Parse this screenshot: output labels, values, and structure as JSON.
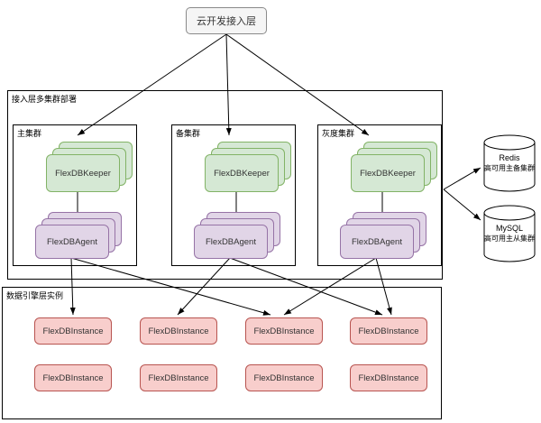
{
  "top_node": {
    "label": "云开发接入层"
  },
  "access_layer": {
    "label": "接入层多集群部署",
    "clusters": [
      {
        "label": "主集群",
        "keeper_label": "FlexDBKeeper",
        "agent_label": "FlexDBAgent"
      },
      {
        "label": "备集群",
        "keeper_label": "FlexDBKeeper",
        "agent_label": "FlexDBAgent"
      },
      {
        "label": "灰度集群",
        "keeper_label": "FlexDBKeeper",
        "agent_label": "FlexDBAgent"
      }
    ]
  },
  "external_dbs": [
    {
      "name": "Redis",
      "desc": "高可用主备集群"
    },
    {
      "name": "MySQL",
      "desc": "高可用主从集群"
    }
  ],
  "engine_layer": {
    "label": "数据引擎层实例",
    "instances": [
      "FlexDBInstance",
      "FlexDBInstance",
      "FlexDBInstance",
      "FlexDBInstance",
      "FlexDBInstance",
      "FlexDBInstance",
      "FlexDBInstance",
      "FlexDBInstance"
    ]
  },
  "colors": {
    "keeper_fill": "#d5e8d4",
    "keeper_stroke": "#82b366",
    "agent_fill": "#e1d5e7",
    "agent_stroke": "#9673a6",
    "instance_fill": "#f8cecc",
    "instance_stroke": "#b85450",
    "top_node_fill": "#f5f5f5",
    "top_node_stroke": "#8a8a8a",
    "line_color": "#000000"
  }
}
